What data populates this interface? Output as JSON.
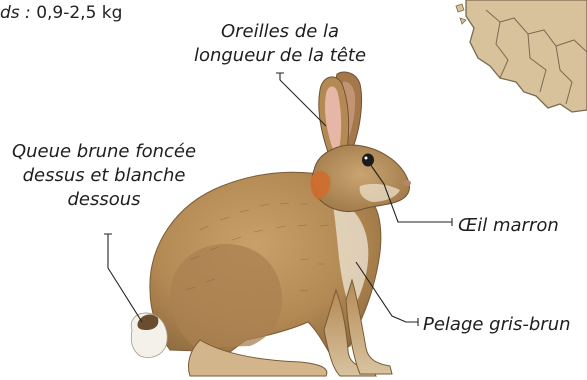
{
  "weight": {
    "label_fragment": "ds :",
    "value": "0,9-2,5 kg"
  },
  "annotations": {
    "ears": [
      "Oreilles de la",
      "longueur de la tête"
    ],
    "tail": [
      "Queue brune foncée",
      "dessus et blanche",
      "dessous"
    ],
    "eye": "Œil marron",
    "coat": "Pelage gris-brun"
  },
  "colors": {
    "fur_main": "#b48a54",
    "fur_dark": "#8e6a3e",
    "fur_light": "#d3b389",
    "belly": "#efe8dc",
    "nape_orange": "#cf6d2e",
    "ear_inner": "#e6b7a6",
    "eye": "#1b1b1b",
    "map_fill": "#d8c29c",
    "map_border": "#7a6a50"
  }
}
